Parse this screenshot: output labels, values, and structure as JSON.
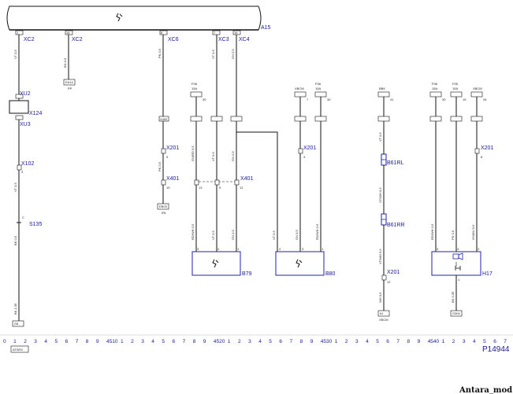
{
  "module_a15": {
    "name": "A15",
    "pins": [
      {
        "label": "XC2",
        "pin": "1"
      },
      {
        "label": "XC2",
        "pin": "18"
      },
      {
        "label": "XC6",
        "pin": "8"
      },
      {
        "label": "XC3",
        "pin": "7"
      },
      {
        "label": "XC4",
        "pin": "15"
      }
    ]
  },
  "a15_wire_colors": [
    "VT 0.5",
    "BN 0.5",
    "PK 0.5",
    "VT 0.5",
    "GN 0.5"
  ],
  "small_terms": {
    "ea": "EA14",
    "ea_sub": "PP",
    "eb": "EB03",
    "eb_sub": "IRL",
    "eb_pin": "18"
  },
  "left_path": {
    "xu2": "XU2",
    "xu3": "XU3",
    "x124": "X124",
    "x102": "X102",
    "x102_pin": "3",
    "wire1": "VT 0.5",
    "s135": "S135",
    "s135_pin": "C",
    "wire2": "BK 0.5",
    "wire3": "BK 1.35",
    "ground": "G8"
  },
  "b79_group": {
    "top_tag": {
      "code": "F08",
      "amp": "15A",
      "pin": "30"
    },
    "x201": "X201",
    "x201_pin": "9",
    "x401_left": "X401",
    "x401_right": "X401",
    "x401_pins": [
      "19",
      "13",
      "5",
      "12"
    ],
    "wire_colors_mid": [
      "PK 0.5",
      "GN/RD 0.5",
      "VT 0.5",
      "GN 0.5"
    ],
    "wire_colors_low": [
      "RD/WH 0.5",
      "VT 0.5",
      "GN 0.5"
    ],
    "pins_bottom": [
      "3",
      "2",
      "1"
    ],
    "name": "B79"
  },
  "b80_group": {
    "tag_a": {
      "code": "XBCM",
      "amp": "",
      "pin": "7"
    },
    "tag_b": {
      "code": "F08",
      "amp": "15A",
      "pin": "30"
    },
    "x201": "X201",
    "x201_pin": "4",
    "wire_colors": [
      "VT 0.5",
      "GN 0.5",
      "RD/WH 0.5"
    ],
    "pins_bottom": [
      "4",
      "3",
      "1"
    ],
    "name": "B80"
  },
  "b61_group": {
    "tag": {
      "code": "BBK",
      "pin": "41"
    },
    "b61rl": "B61RL",
    "b61rr": "B61RR",
    "wire_colors": [
      "VT 0.5",
      "VT/WH 0.5",
      "VT/WH 0.5",
      "WH 0.5"
    ],
    "x201": "X201",
    "x201_pin": "12",
    "ground": "XBCM",
    "ground_pin": "61"
  },
  "h17_group": {
    "tags": [
      {
        "code": "F08",
        "amp": "15A",
        "pin": "30"
      },
      {
        "code": "F05",
        "amp": "15A",
        "pin": "15"
      },
      {
        "code": "XBCM",
        "amp": "",
        "pin": "26"
      }
    ],
    "x201": "X201",
    "x201_pin": "8",
    "wire_colors": [
      "RD/WH 0.5",
      "PK 0.5",
      "GN/BU 0.5"
    ],
    "wire_colors_low": [
      "BK 0.35"
    ],
    "pins": [
      "3",
      "4",
      "2",
      "1"
    ],
    "name": "H17",
    "ground": "G304"
  },
  "connector_tag": "X400",
  "scale": {
    "digits": [
      "0",
      "1",
      "2",
      "3",
      "4",
      "5",
      "6",
      "7",
      "8",
      "9",
      "4510",
      "1",
      "2",
      "3",
      "4",
      "5",
      "6",
      "7",
      "8",
      "9",
      "4520",
      "1",
      "2",
      "3",
      "4",
      "5",
      "6",
      "7",
      "8",
      "9",
      "4530",
      "1",
      "2",
      "3",
      "4",
      "5",
      "6",
      "7",
      "8",
      "9",
      "4540",
      "1",
      "2",
      "3",
      "4",
      "5",
      "6",
      "7",
      "8",
      "9"
    ],
    "tag": "ATW01"
  },
  "page_ref": "P14944",
  "footer": "Antara_mod"
}
